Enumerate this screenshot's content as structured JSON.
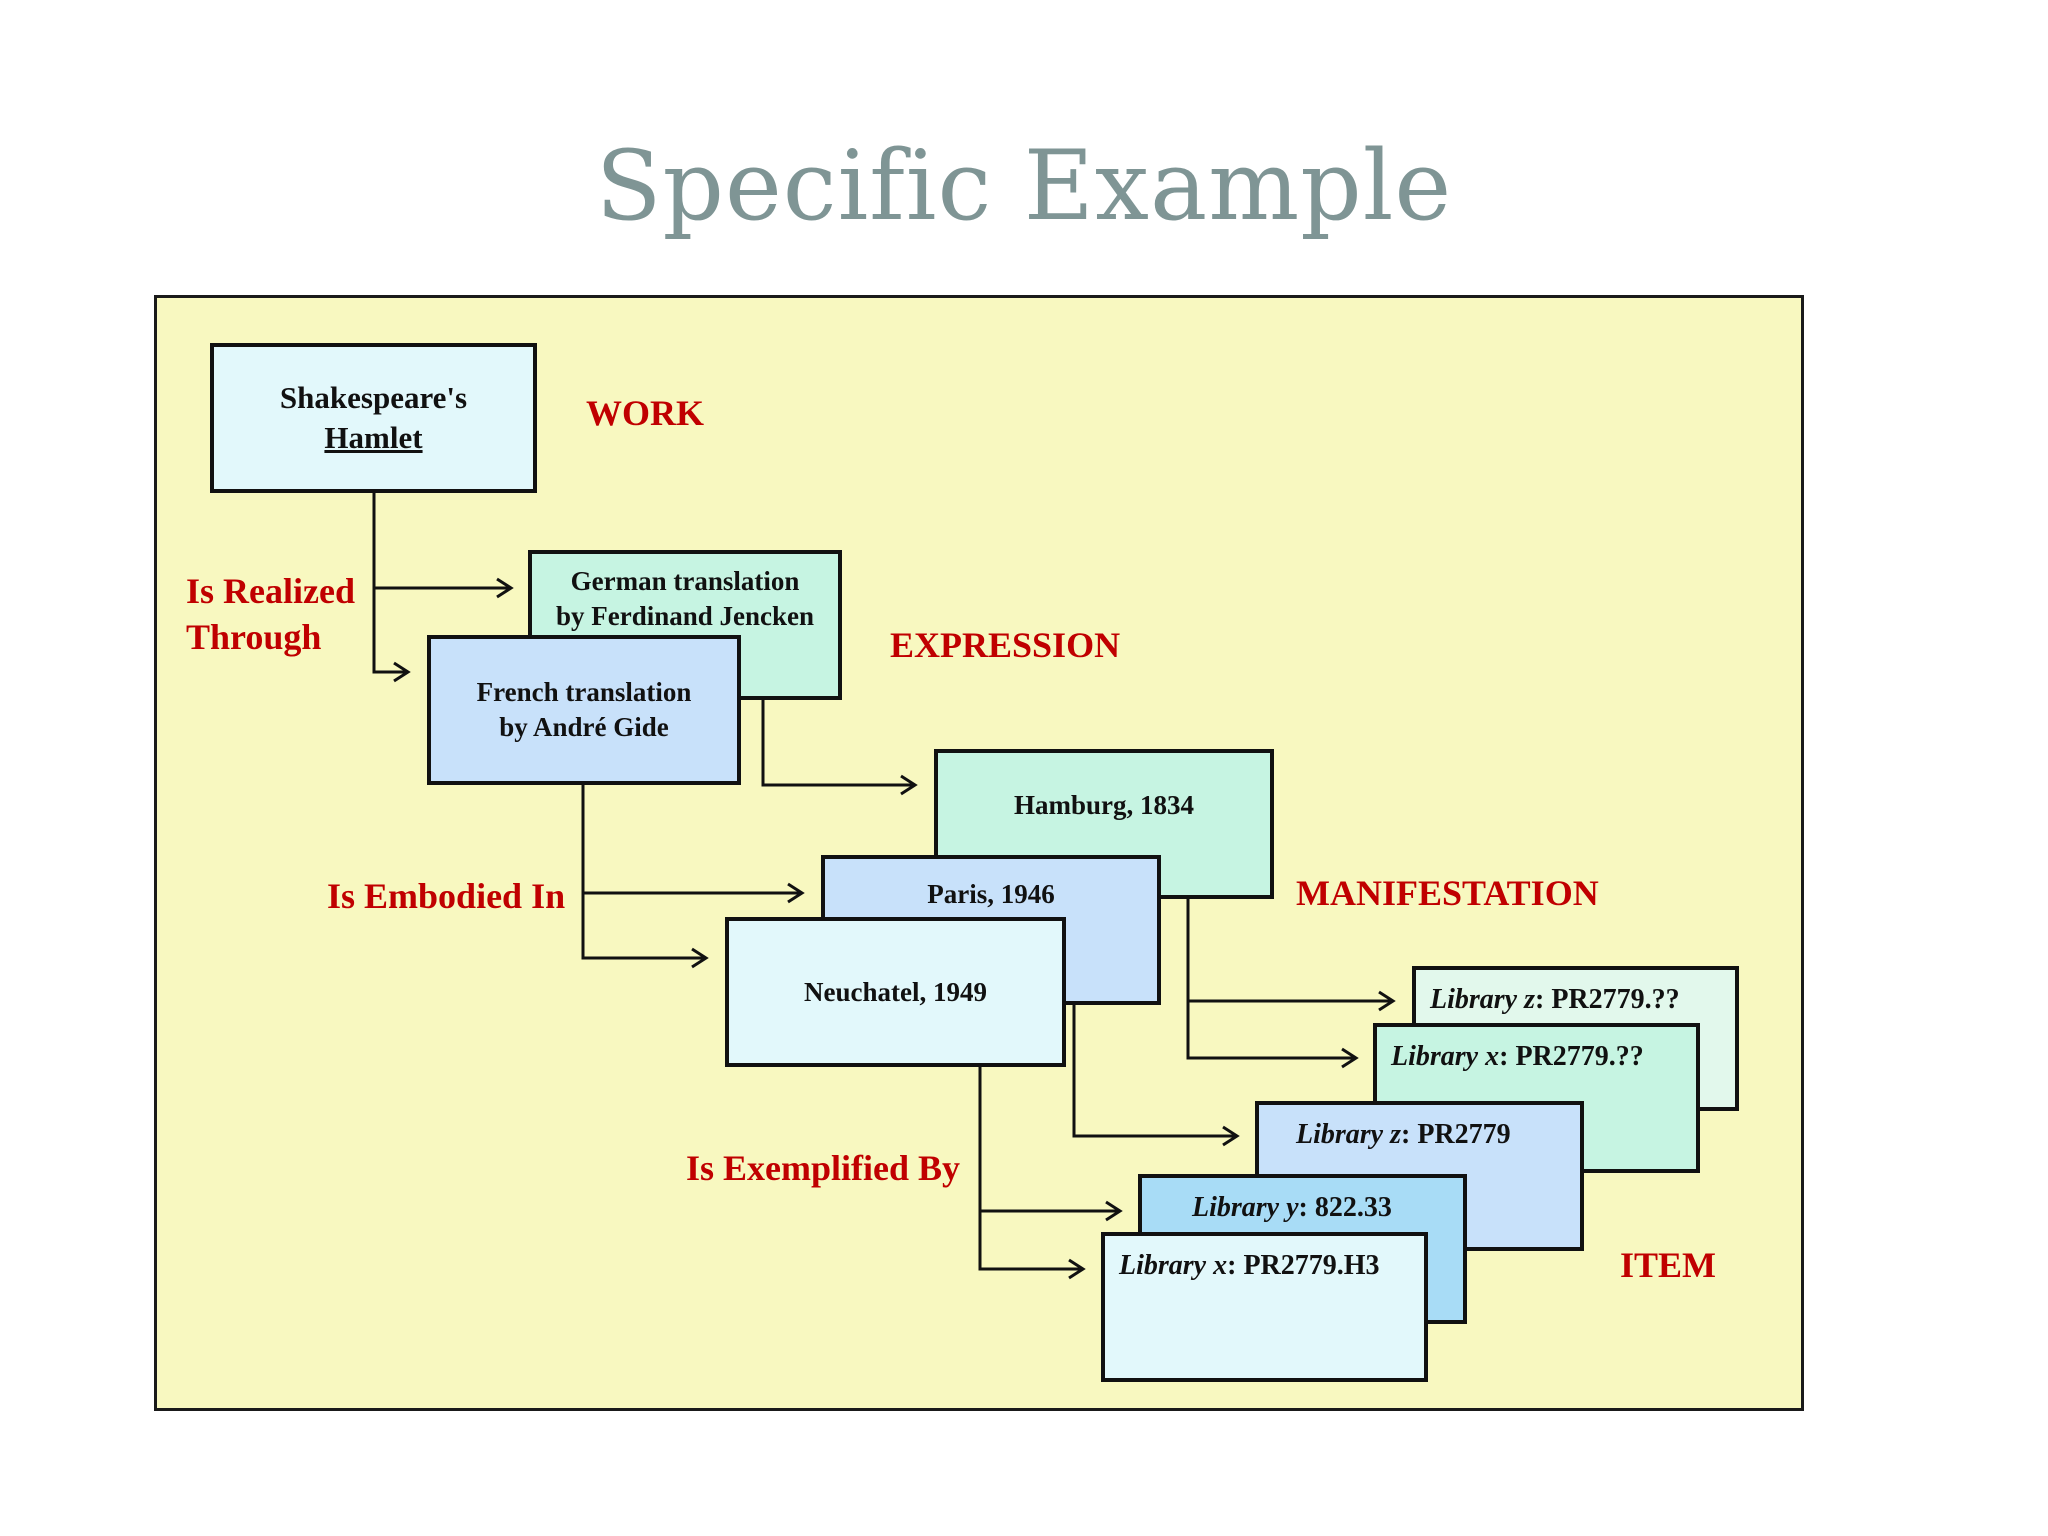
{
  "title": "Specific Example",
  "labels": {
    "work": "WORK",
    "expression": "EXPRESSION",
    "manifestation": "MANIFESTATION",
    "item": "ITEM"
  },
  "relationships": {
    "realized_line1": "Is Realized",
    "realized_line2": "Through",
    "embodied": "Is Embodied In",
    "exemplified": "Is Exemplified By"
  },
  "work": {
    "line1": "Shakespeare's",
    "line2": "Hamlet"
  },
  "expressions": {
    "german": {
      "line1": "German translation",
      "line2": "by Ferdinand Jencken"
    },
    "french": {
      "line1": "French translation",
      "line2": "by André Gide"
    }
  },
  "manifestations": {
    "hamburg": "Hamburg, 1834",
    "paris": "Paris, 1946",
    "neuchatel": "Neuchatel, 1949"
  },
  "items": [
    {
      "library": "Library z",
      "sep": ": ",
      "callno": "PR2779.??"
    },
    {
      "library": "Library x",
      "sep": ": ",
      "callno": "PR2779.??"
    },
    {
      "library": "Library z",
      "sep": ":  ",
      "callno": "PR2779"
    },
    {
      "library": "Library y",
      "sep": ": ",
      "callno": "822.33"
    },
    {
      "library": "Library x",
      "sep": ": ",
      "callno": "PR2779.H3"
    }
  ],
  "colors": {
    "title": "#7f9595",
    "panel": "#f8f8c0",
    "label_red": "#c00000",
    "light_cyan": "#e2f8fb",
    "mint": "#c6f4e2",
    "light_blue": "#c8e1fa",
    "sky_blue": "#a8dcf6"
  }
}
